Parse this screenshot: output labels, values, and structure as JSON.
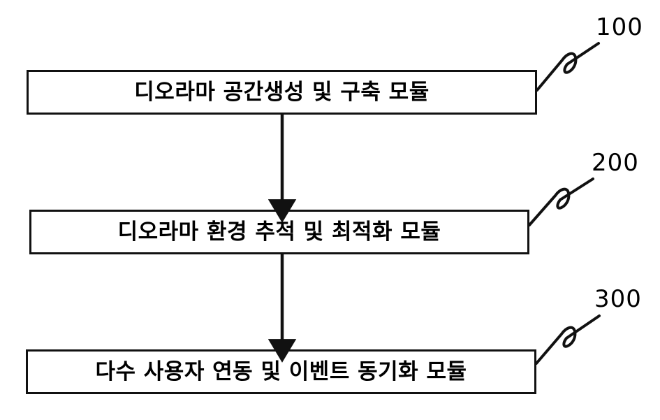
{
  "diagram": {
    "title": "",
    "type": "patent-block-diagram",
    "background_color": "#ffffff",
    "line_color": "#111111",
    "text_color": "#000000",
    "blocks": [
      {
        "id": "block-100",
        "label": "디오라마 공간생성 및 구축 모듈",
        "reference_number": "100"
      },
      {
        "id": "block-200",
        "label": "디오라마 환경 추적 및 최적화 모듈",
        "reference_number": "200"
      },
      {
        "id": "block-300",
        "label": "다수 사용자 연동 및 이벤트 동기화 모듈",
        "reference_number": "300"
      }
    ],
    "connectors": [
      {
        "id": "arrow-1",
        "from": "block-100",
        "to": "block-200",
        "style": "solid-down-arrow"
      },
      {
        "id": "arrow-2",
        "from": "block-200",
        "to": "block-300",
        "style": "solid-down-arrow"
      }
    ],
    "leaders": [
      {
        "id": "leader-100",
        "target": "block-100",
        "label": "100",
        "style": "squiggle"
      },
      {
        "id": "leader-200",
        "target": "block-200",
        "label": "200",
        "style": "squiggle"
      },
      {
        "id": "leader-300",
        "target": "block-300",
        "label": "300",
        "style": "squiggle"
      }
    ]
  }
}
